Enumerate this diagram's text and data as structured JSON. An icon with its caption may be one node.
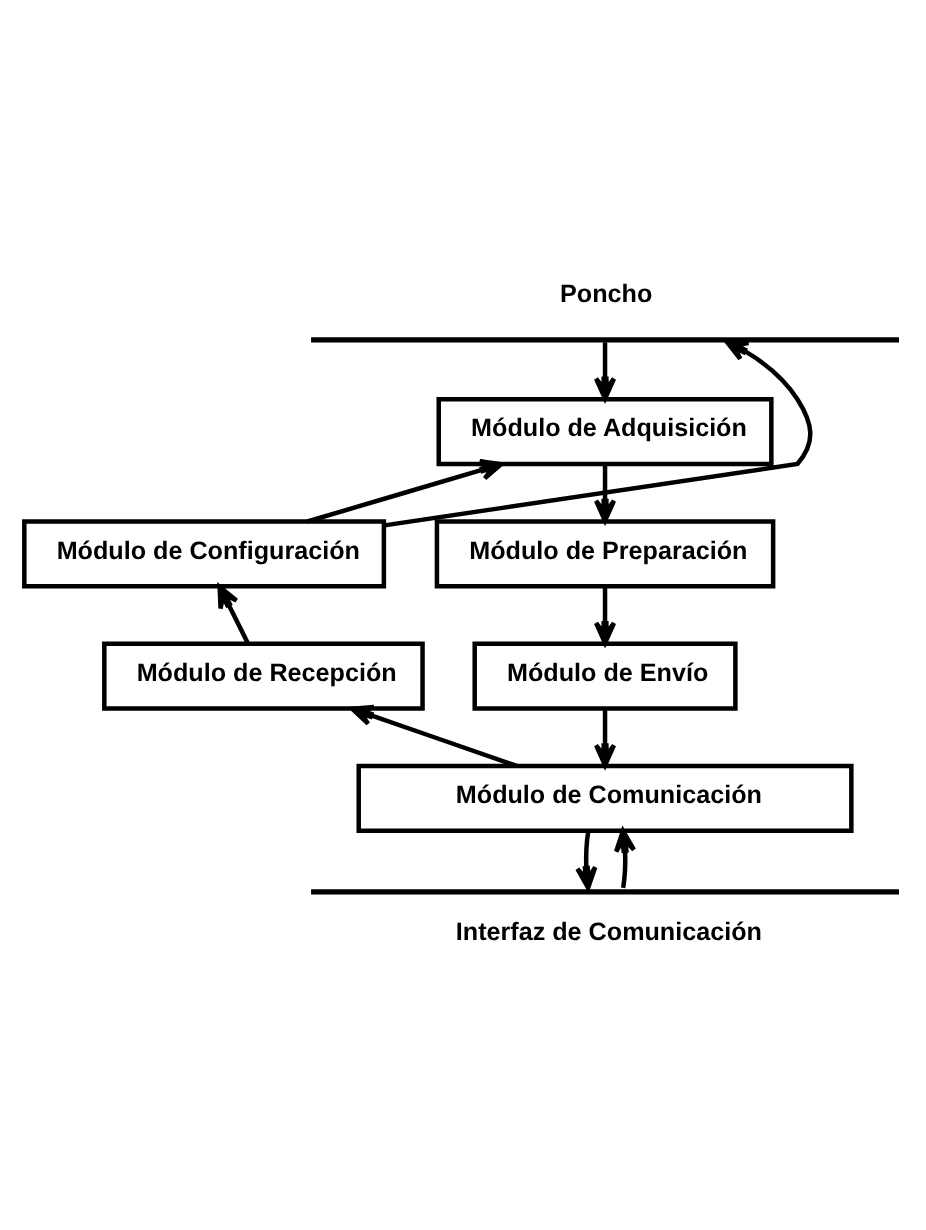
{
  "diagram": {
    "nodes": [
      {
        "text": [
          "Poncho"
        ]
      },
      {
        "text": [
          "Módulo de Adquisición"
        ]
      },
      {
        "text": [
          "Módulo de Configuración"
        ]
      },
      {
        "text": [
          "Módulo de Preparación"
        ]
      },
      {
        "text": [
          "Módulo de Recepción"
        ]
      },
      {
        "text": [
          "Módulo de Envío"
        ]
      },
      {
        "text": [
          "Módulo de Comunicación"
        ]
      },
      {
        "text": [
          "Interfaz de Comunicación"
        ]
      }
    ],
    "edges": [
      {
        "from": 0,
        "to": 1,
        "arrow": "to"
      },
      {
        "from": 1,
        "to": 3,
        "arrow": "to"
      },
      {
        "from": 3,
        "to": 5,
        "arrow": "to"
      },
      {
        "from": 5,
        "to": 6,
        "arrow": "to"
      },
      {
        "from": 6,
        "to": 4,
        "arrow": "to"
      },
      {
        "from": 4,
        "to": 2,
        "arrow": "to"
      },
      {
        "from": 2,
        "to": 1,
        "arrow": "to"
      },
      {
        "from": 2,
        "to": 0,
        "arrow": "to"
      },
      {
        "from": 7,
        "to": 6,
        "arrow": "to"
      },
      {
        "from": 6,
        "to": 7,
        "arrow": "to"
      }
    ]
  }
}
